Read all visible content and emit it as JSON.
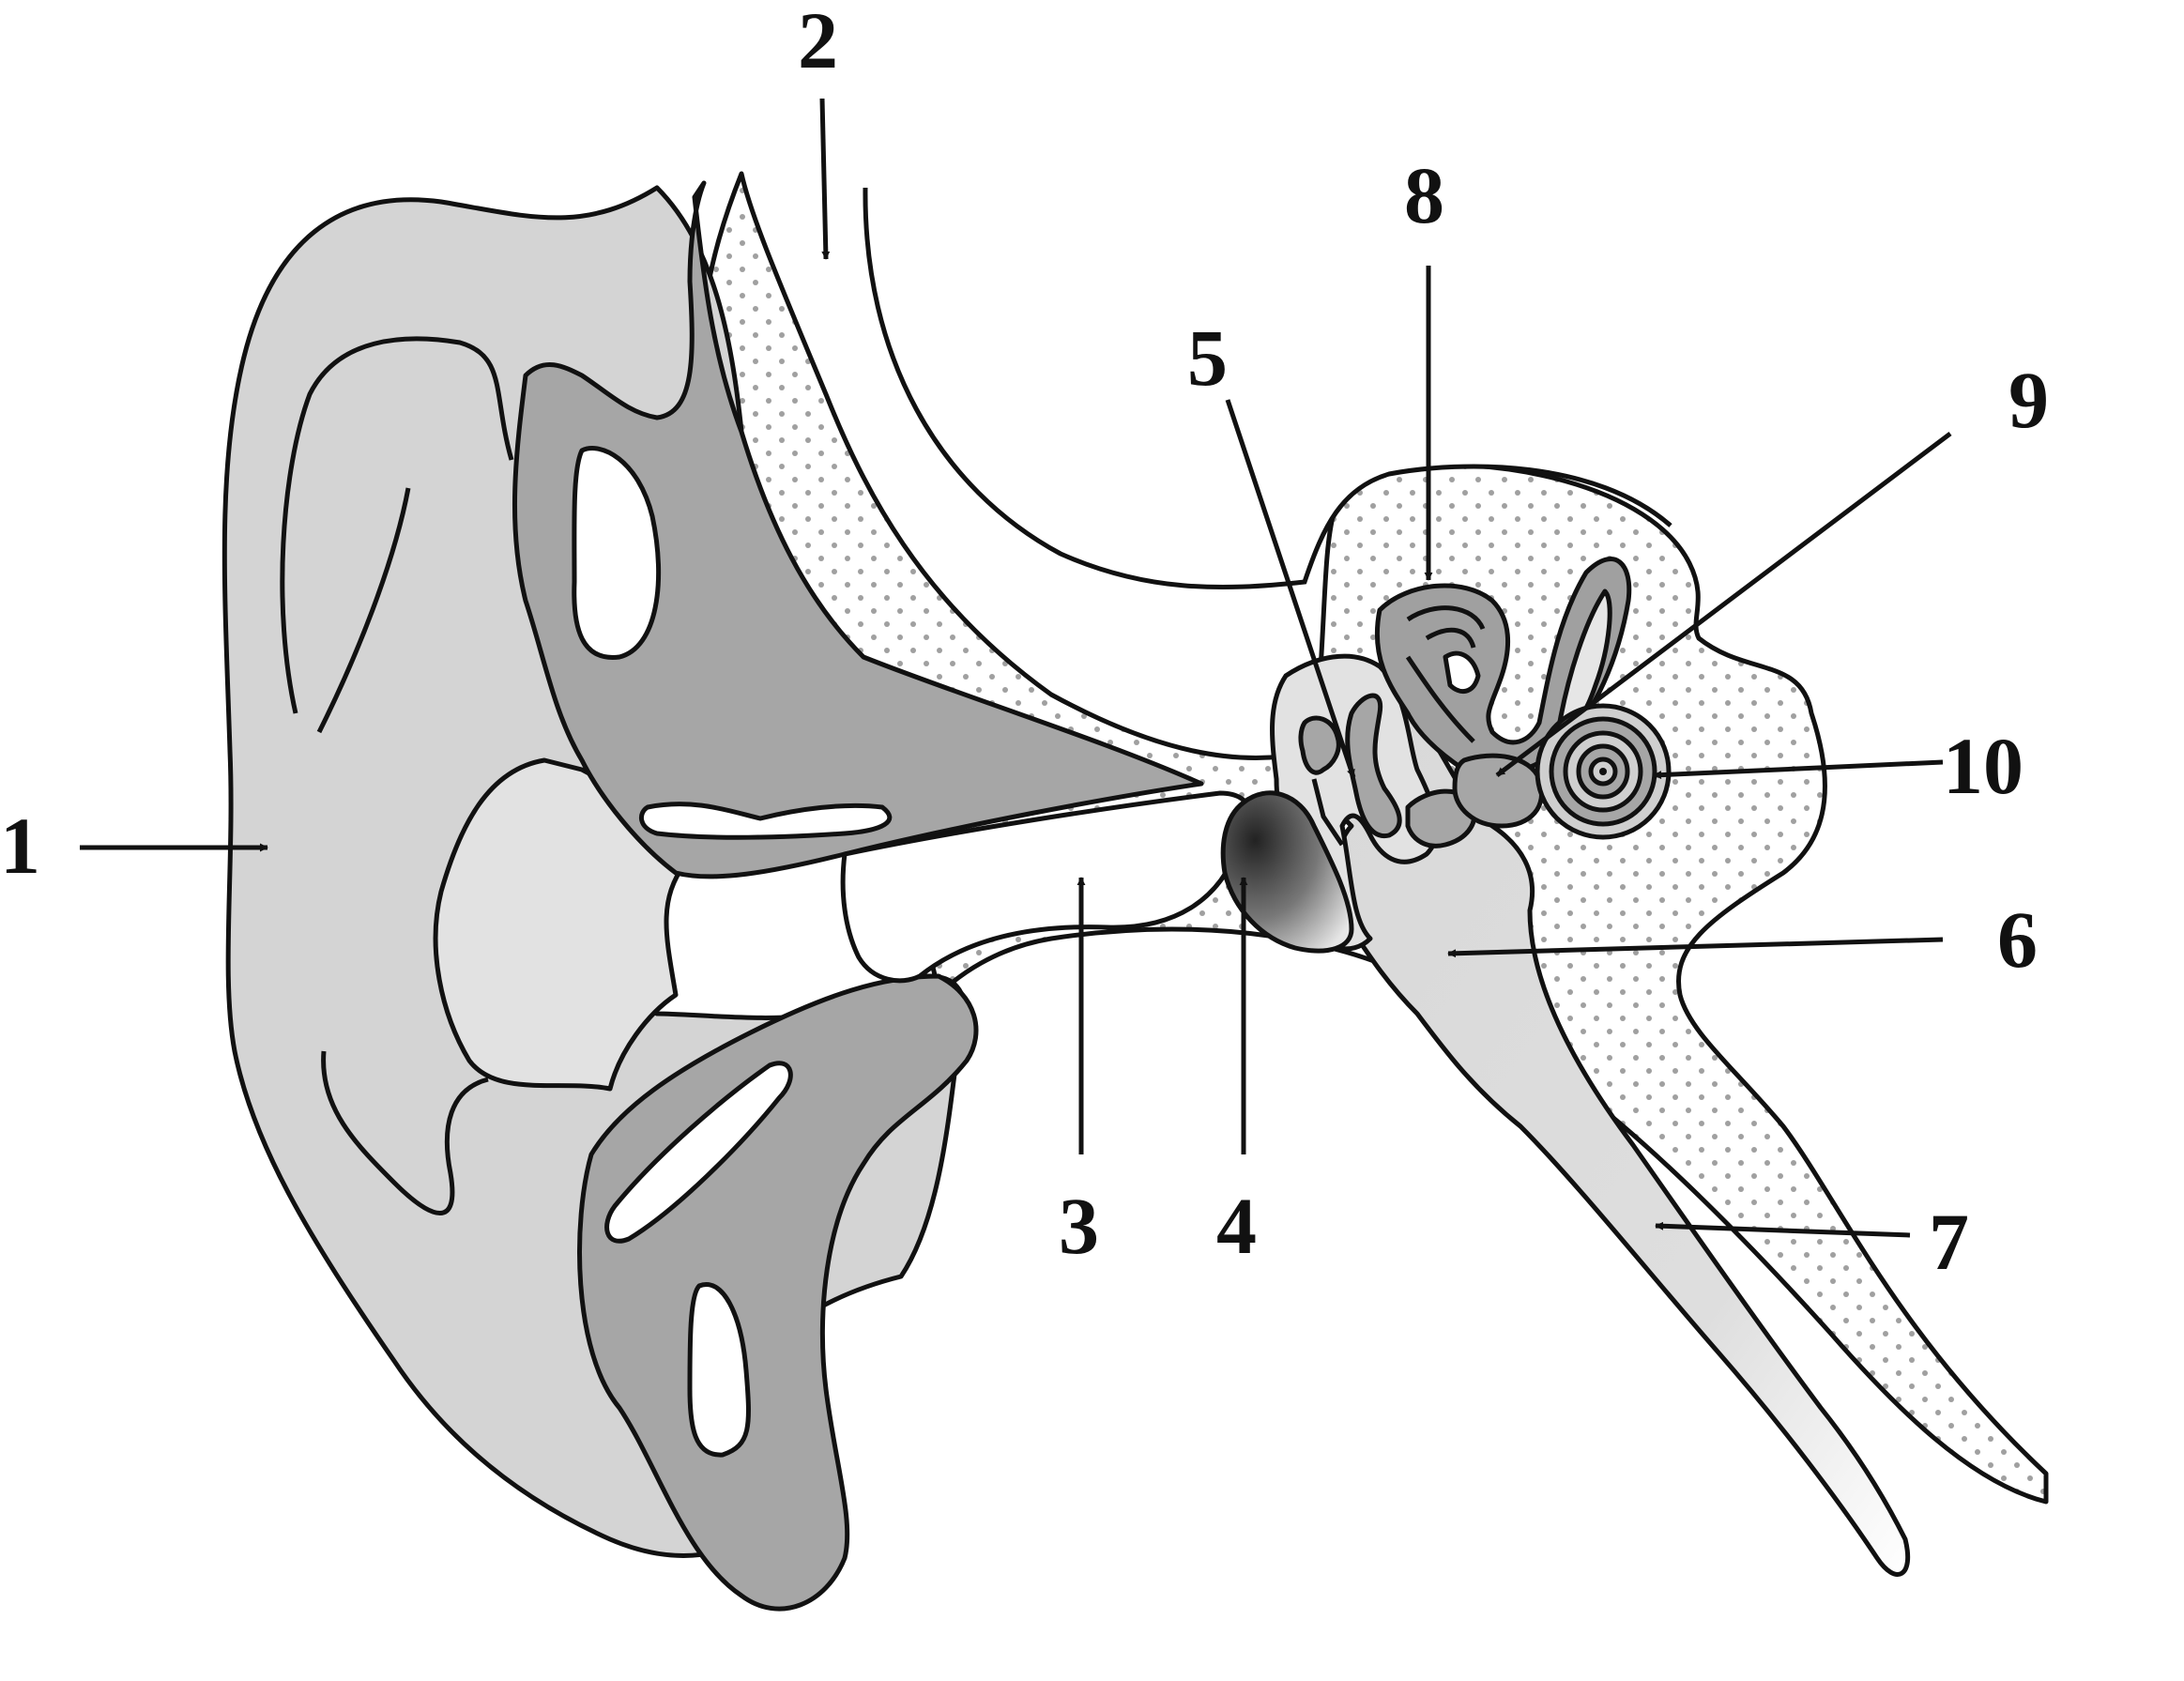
{
  "labels": {
    "l1": "1",
    "l2": "2",
    "l3": "3",
    "l4": "4",
    "l5": "5",
    "l6": "6",
    "l7": "7",
    "l8": "8",
    "l9": "9",
    "l10": "10"
  },
  "colors": {
    "outer_ear": "#d2d2d2",
    "cartilage": "#a6a6a6",
    "bone": "#ebebeb",
    "bone_dots": "#9a9a9a",
    "middle_ear": "#dcdcdc",
    "eardrum": "#444444",
    "line": "#111111"
  }
}
